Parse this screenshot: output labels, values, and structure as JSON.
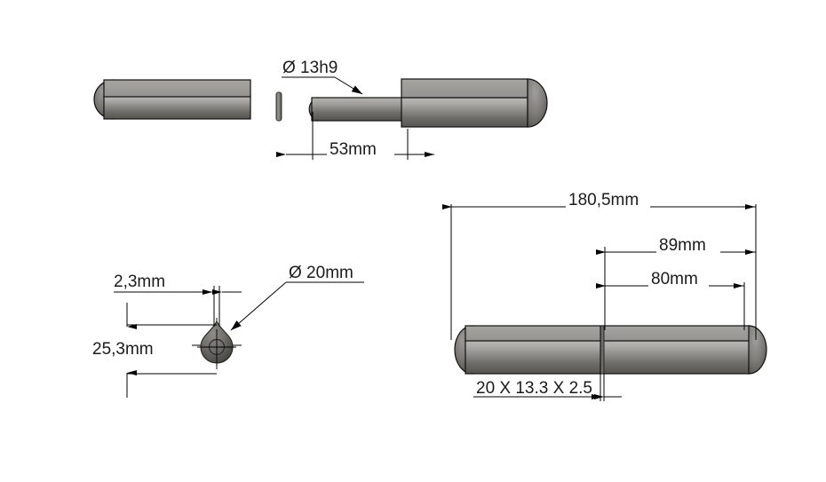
{
  "drawing": {
    "title": "Hinge pin assembly technical drawing",
    "background_color": "#ffffff",
    "line_color": "#000000",
    "text_color": "#1b1b1b",
    "metal_light": "#bdbcb8",
    "metal_mid": "#8d8c88",
    "metal_dark": "#4a4a47",
    "metal_band": "#9b9a96"
  },
  "views": {
    "top_left": {
      "name": "pin-side-view",
      "description": "Cylindrical pin body, flat top band, rounded left cap"
    },
    "top_right": {
      "name": "assembly-side-view",
      "description": "Thin pin inserted into larger cylindrical body with rounded caps"
    },
    "washer": {
      "name": "washer-edge-view",
      "description": "Thin washer seen edge on"
    },
    "bottom_left": {
      "name": "cross-section-view",
      "description": "Teardrop cross section with central bore and centerlines"
    },
    "bottom_right": {
      "name": "full-assembly-view",
      "description": "Full hinge assembly with two barrel halves and parting gap"
    }
  },
  "dimensions": {
    "diameter_13h9": "Ø 13h9",
    "length_53": "53mm",
    "diameter_20": "Ø 20mm",
    "offset_23": "2,3mm",
    "height_253": "25,3mm",
    "overall_1805": "180,5mm",
    "length_89": "89mm",
    "length_80": "80mm",
    "spec_20x133x25": "20 X 13.3 X 2.5"
  }
}
